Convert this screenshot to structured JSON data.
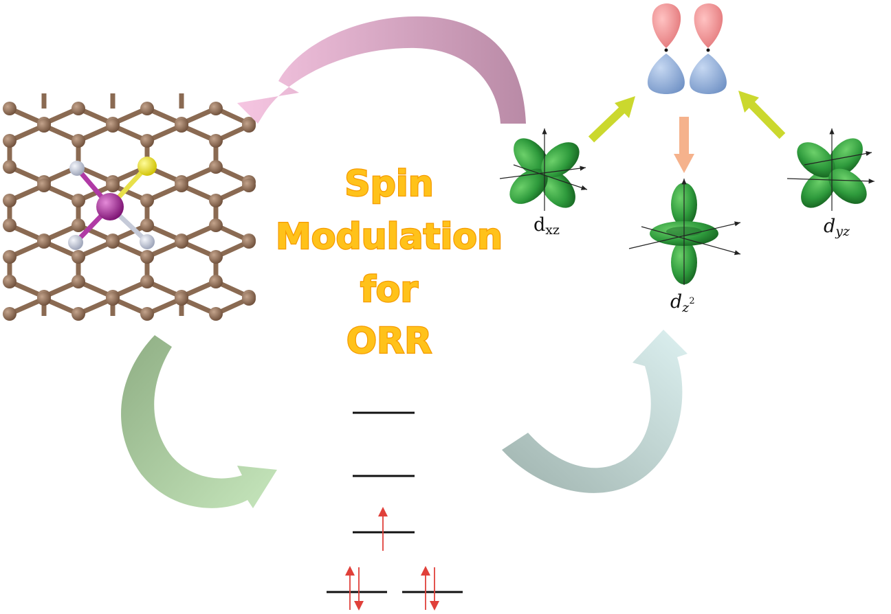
{
  "title": {
    "lines": [
      "Spin",
      "Modulation",
      "for",
      "ORR"
    ]
  },
  "orbitals": {
    "dxz": {
      "main": "d",
      "sub": "xz"
    },
    "dyz": {
      "main": "d",
      "sub": "yz"
    },
    "dz2": {
      "main": "d",
      "sub": "z",
      "sup": "2"
    }
  },
  "colors": {
    "carbon": "#8a6a52",
    "nitrogen": "#c5cad8",
    "sulfur": "#f2ec2a",
    "metal": "#a3209a",
    "orbital_green": "#2f9a3e",
    "lobe_red": "#ef8a8a",
    "lobe_blue": "#7fa2d2",
    "title_fill": "#ffc21a",
    "title_stroke": "#f59a00",
    "spin_arrow": "#e0403a"
  },
  "icons": [
    "cycle-arrow-pink",
    "cycle-arrow-green",
    "cycle-arrow-teal",
    "yellow-green-arrow",
    "orange-down-arrow",
    "spin-up-arrow",
    "spin-down-arrow"
  ]
}
